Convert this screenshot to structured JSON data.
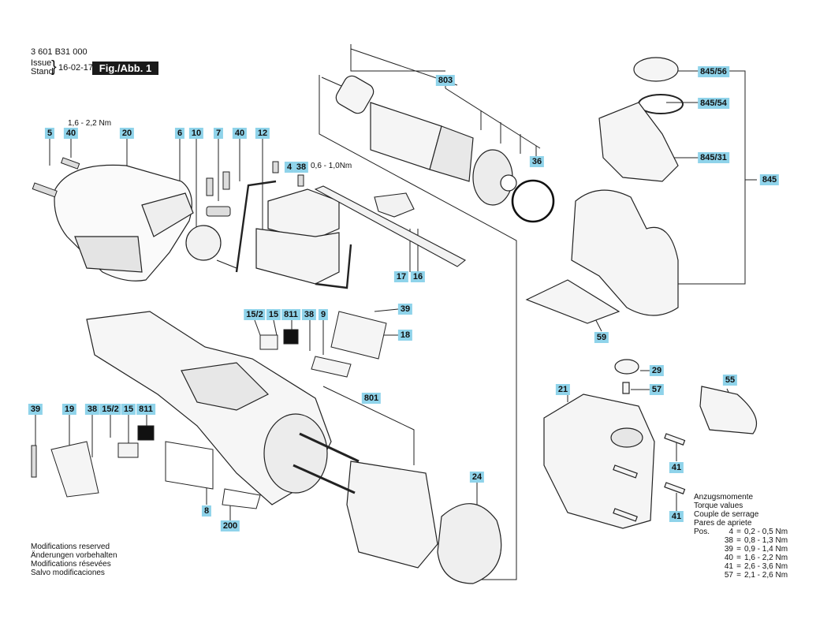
{
  "header": {
    "part_number": "3 601 B31 000",
    "issue_label": "Issue",
    "stand_label": "Stand",
    "date": "16-02-17",
    "figure": "Fig./Abb. 1"
  },
  "callouts": [
    "5",
    "40",
    "20",
    "6",
    "10",
    "7",
    "40",
    "12",
    "4",
    "38",
    "803",
    "845/56",
    "845/54",
    "845/31",
    "845",
    "36",
    "17",
    "16",
    "59",
    "15/2",
    "15",
    "811",
    "38",
    "9",
    "39",
    "18",
    "29",
    "57",
    "55",
    "21",
    "39",
    "19",
    "38",
    "15/2",
    "15",
    "811",
    "801",
    "41",
    "41",
    "8",
    "200",
    "24"
  ],
  "torque_notes": {
    "a": "1,6 - 2,2 Nm",
    "b": "0,6 - 1,0Nm"
  },
  "modifications": [
    "Modifications reserved",
    "Änderungen vorbehalten",
    "Modifications résevées",
    "Salvo modificaciones"
  ],
  "torque_table": {
    "title": [
      "Anzugsmomente",
      "Torque values",
      "Couple de serrage",
      "Pares de apriete"
    ],
    "pos_label": "Pos.",
    "rows": [
      {
        "pos": "4",
        "value": "0,2 - 0,5 Nm"
      },
      {
        "pos": "38",
        "value": "0,8 - 1,3 Nm"
      },
      {
        "pos": "39",
        "value": "0,9 - 1,4 Nm"
      },
      {
        "pos": "40",
        "value": "1,6 - 2,2 Nm"
      },
      {
        "pos": "41",
        "value": "2,6 - 3,6 Nm"
      },
      {
        "pos": "57",
        "value": "2,1 - 2,6 Nm"
      }
    ]
  }
}
